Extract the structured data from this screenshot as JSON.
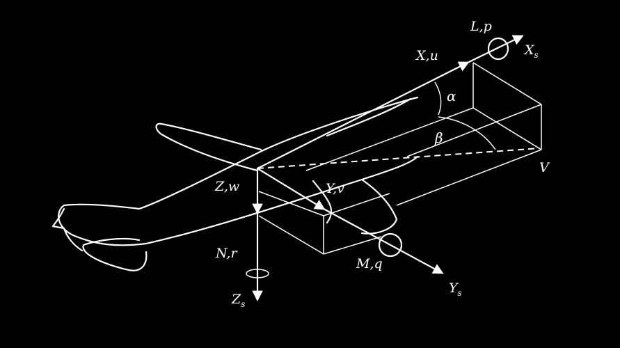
{
  "labels": {
    "x_axis": "X,u",
    "roll": "L,p",
    "x_body": "X",
    "x_body_sub": "s",
    "alpha": "α",
    "beta": "β",
    "velocity": "V",
    "z_axis": "Z,w",
    "y_axis": "Y,v",
    "yaw": "N,r",
    "pitch": "M,q",
    "z_body": "Z",
    "z_body_sub": "s",
    "y_body": "Y",
    "y_body_sub": "s"
  },
  "colors": {
    "background": "#000000",
    "ink": "#ffffff"
  }
}
